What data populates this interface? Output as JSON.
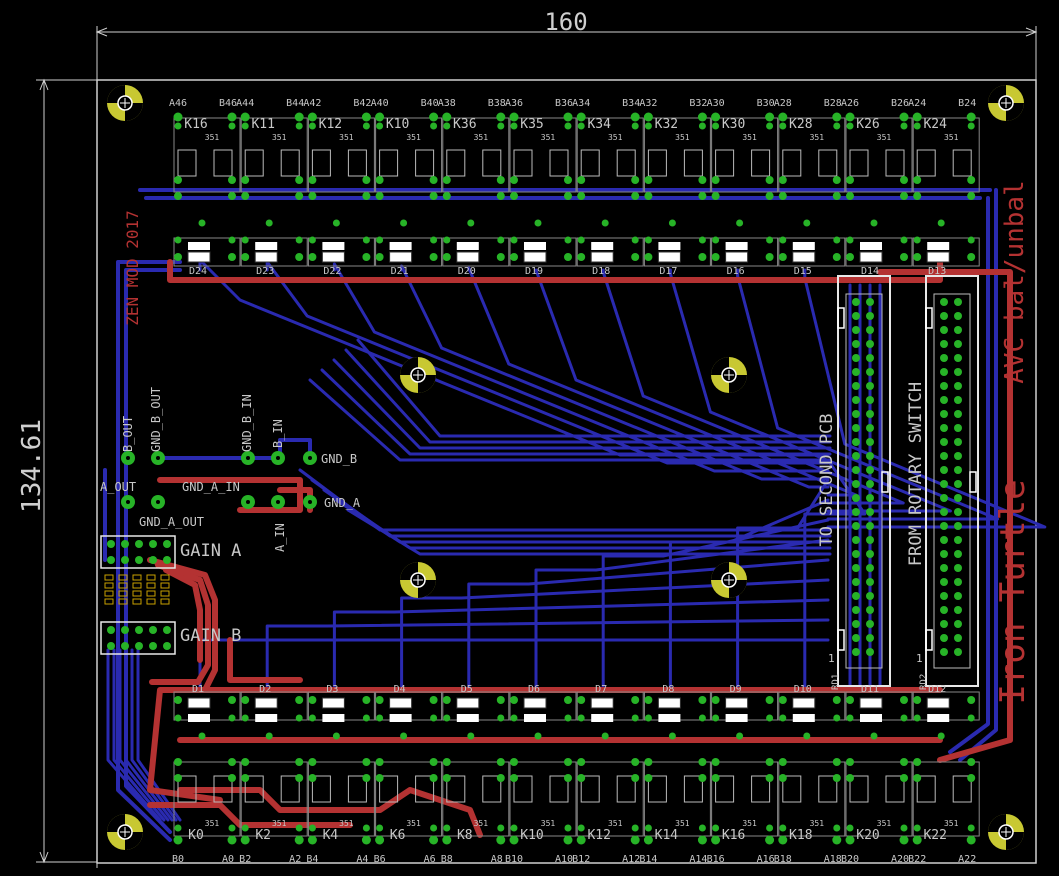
{
  "dimensions": {
    "width_label": "160",
    "height_label": "134.61"
  },
  "board_text": {
    "title": "Iron Turtle",
    "subtitle": "AVC bal/unbal",
    "mod_label": "ZEN MOD 2017",
    "to_second_pcb": "TO SECOND PCB",
    "from_rotary_switch": "FROM ROTARY SWITCH",
    "gain_a": "GAIN A",
    "gain_b": "GAIN B",
    "con1": "1",
    "con2": "1",
    "rd1": "RD1",
    "rd2": "RD2"
  },
  "pins": {
    "b_out": "B_OUT",
    "gnd_b_out": "GND_B_OUT",
    "gnd_b_in": "GND_B_IN",
    "b_in": "B_IN",
    "gnd_b": "GND_B",
    "a_out": "A_OUT",
    "gnd_a_out": "GND_A_OUT",
    "gnd_a_in": "GND_A_IN",
    "a_in": "A_IN",
    "gnd_a": "GND_A"
  },
  "top_row": {
    "relays": [
      "K16",
      "K11",
      "K12",
      "K10",
      "K36",
      "K35",
      "K34",
      "K32",
      "K30",
      "K28",
      "K26",
      "K24"
    ],
    "diodes": [
      "D24",
      "D23",
      "D22",
      "D21",
      "D20",
      "D19",
      "D18",
      "D17",
      "D16",
      "D15",
      "D14",
      "D13"
    ],
    "pads": [
      "A46",
      "B46",
      "A44",
      "B44",
      "A42",
      "B42",
      "A40",
      "B40",
      "A38",
      "B38",
      "A36",
      "B36",
      "A34",
      "B34",
      "A32",
      "B32",
      "A30",
      "B30",
      "A28",
      "B28",
      "A26",
      "B26",
      "A24",
      "B24"
    ],
    "resistor_value": "351"
  },
  "bottom_row": {
    "relays": [
      "K0",
      "K2",
      "K4",
      "K6",
      "K8",
      "K10",
      "K12",
      "K14",
      "K16",
      "K18",
      "K20",
      "K22"
    ],
    "diodes": [
      "D1",
      "D2",
      "D3",
      "D4",
      "D5",
      "D6",
      "D7",
      "D8",
      "D9",
      "D10",
      "D11",
      "D12"
    ],
    "pads": [
      "B0",
      "A0",
      "B2",
      "A2",
      "B4",
      "A4",
      "B6",
      "A6",
      "B8",
      "A8",
      "B10",
      "A10",
      "B12",
      "A12",
      "B14",
      "A14",
      "B16",
      "A16",
      "B18",
      "A18",
      "B20",
      "A20",
      "B22",
      "A22"
    ],
    "resistor_value": "351"
  },
  "colors": {
    "background": "#000000",
    "outline": "#cfcfcf",
    "bottom_trace": "#2a2ab0",
    "top_trace": "#b43232",
    "pad": "#27b327",
    "mount_hole": "#c8c832",
    "board_label": "#b43232",
    "silk": "#c8c8c8"
  }
}
